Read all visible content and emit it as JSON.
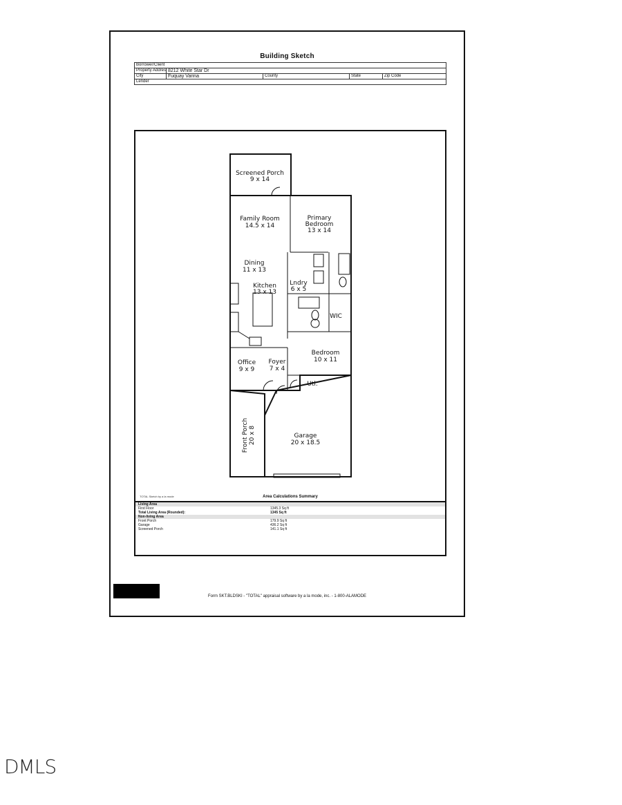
{
  "form": {
    "title": "Building Sketch",
    "header": {
      "borrower_label": "Borrower/Client",
      "borrower_value": "",
      "address_label": "Property Address",
      "address_value": "8212 White Star Dr",
      "city_label": "City",
      "city_value": "Fuquay Varina",
      "county_label": "County",
      "state_label": "State",
      "zip_label": "Zip Code",
      "lender_label": "Lender"
    },
    "rooms": [
      {
        "name": "Screened Porch",
        "dims": "9 x 14"
      },
      {
        "name": "Family Room",
        "dims": "14.5 x 14"
      },
      {
        "name": "Primary Bedroom",
        "name_line1": "Primary",
        "name_line2": "Bedroom",
        "dims": "13 x 14"
      },
      {
        "name": "Dining",
        "dims": "11 x 13"
      },
      {
        "name": "Kitchen",
        "dims": "13 x 13"
      },
      {
        "name": "Lndry",
        "dims": "6 x 5"
      },
      {
        "name": "WIC",
        "dims": ""
      },
      {
        "name": "Office",
        "dims": "9 x 9"
      },
      {
        "name": "Foyer",
        "dims": "7 x 4"
      },
      {
        "name": "Bedroom",
        "dims": "10 x 11"
      },
      {
        "name": "Utl.",
        "dims": ""
      },
      {
        "name": "Front Porch",
        "dims": "20 x 8"
      },
      {
        "name": "Garage",
        "dims": "20 x 18.5"
      }
    ],
    "calculations": {
      "caption": "TOTAL Sketch by a la mode",
      "title": "Area Calculations Summary",
      "living_area_label": "Living Area",
      "first_floor_label": "First Floor",
      "first_floor_value": "1345.3 Sq ft",
      "total_label": "Total Living Area (Rounded):",
      "total_value": "1345 Sq ft",
      "non_living_label": "Non-living Area",
      "front_porch_label": "Front Porch",
      "front_porch_value": "179.9 Sq ft",
      "garage_label": "Garage",
      "garage_value": "436.2 Sq ft",
      "screened_porch_label": "Screened Porch",
      "screened_porch_value": "141.1 Sq ft"
    },
    "footer": "Form SKT.BLDSKI - \"TOTAL\" appraisal software by a la mode, inc. - 1-800-ALAMODE"
  },
  "watermark": "DMLS",
  "colors": {
    "line": "#111111",
    "section_band": "#e2e2e2",
    "redaction": "#000000"
  }
}
